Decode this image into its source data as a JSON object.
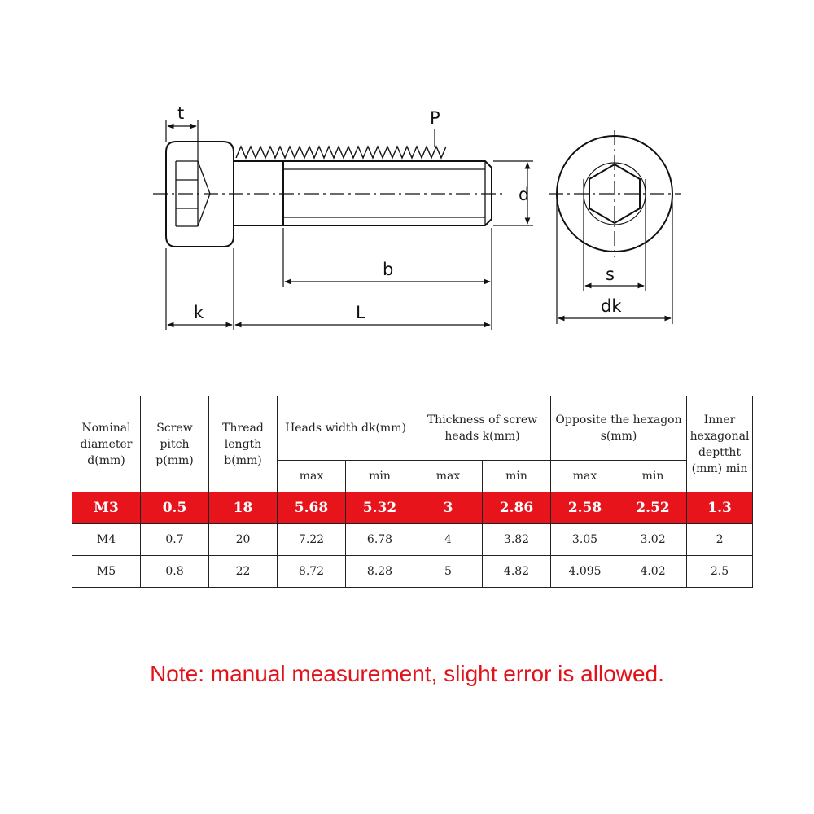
{
  "drawing": {
    "labels": {
      "t": "t",
      "p": "P",
      "d": "d",
      "b": "b",
      "k": "k",
      "L": "L",
      "s": "s",
      "dk": "dk"
    }
  },
  "table": {
    "headers": {
      "nominal": "Nominal diameter d(mm)",
      "pitch": "Screw pitch p(mm)",
      "thread": "Thread length b(mm)",
      "heads_width": "Heads width dk(mm)",
      "thickness": "Thickness of screw heads k(mm)",
      "opposite": "Opposite the hexagon s(mm)",
      "inner": "Inner hexagonal depttht (mm) min"
    },
    "sub": {
      "max": "max",
      "min": "min"
    },
    "rows": [
      {
        "d": "M3",
        "p": "0.5",
        "b": "18",
        "dk_max": "5.68",
        "dk_min": "5.32",
        "k_max": "3",
        "k_min": "2.86",
        "s_max": "2.58",
        "s_min": "2.52",
        "t_min": "1.3"
      },
      {
        "d": "M4",
        "p": "0.7",
        "b": "20",
        "dk_max": "7.22",
        "dk_min": "6.78",
        "k_max": "4",
        "k_min": "3.82",
        "s_max": "3.05",
        "s_min": "3.02",
        "t_min": "2"
      },
      {
        "d": "M5",
        "p": "0.8",
        "b": "22",
        "dk_max": "8.72",
        "dk_min": "8.28",
        "k_max": "5",
        "k_min": "4.82",
        "s_max": "4.095",
        "s_min": "4.02",
        "t_min": "2.5"
      }
    ],
    "highlight_color": "#e8141c"
  },
  "note": "Note: manual measurement, slight error is allowed.",
  "note_color": "#e2121b"
}
